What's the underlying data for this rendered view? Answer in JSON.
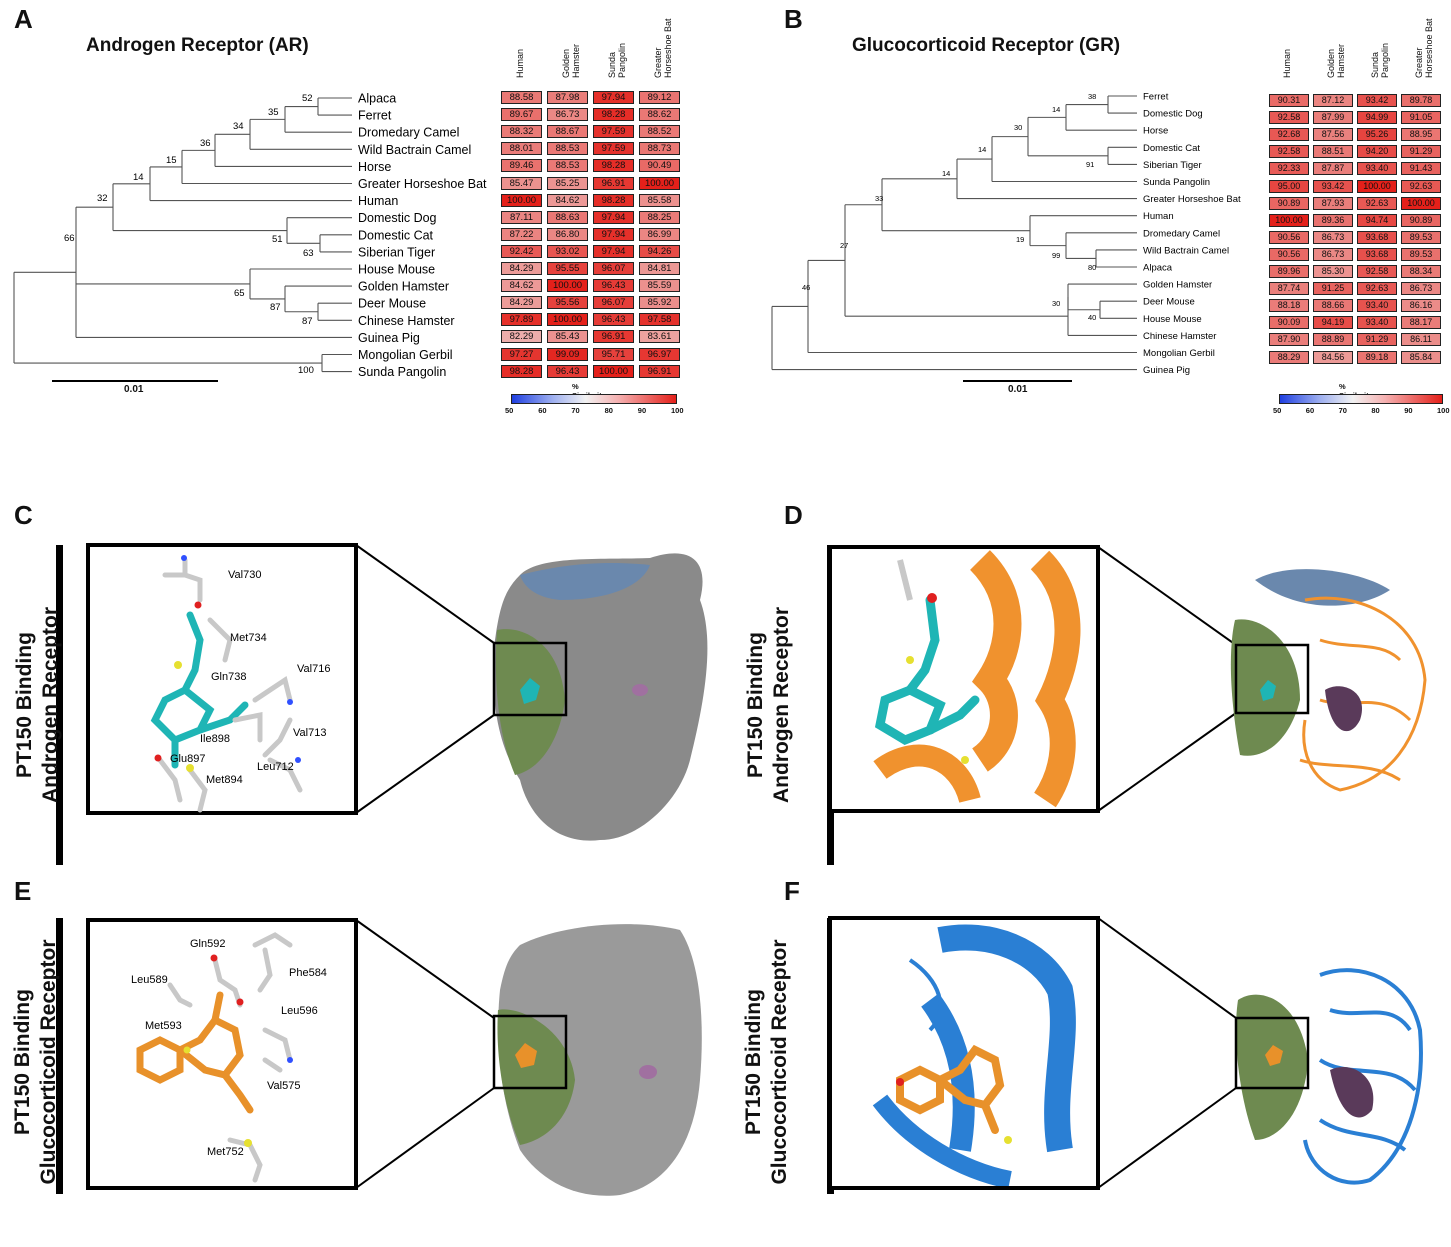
{
  "panel_letters": {
    "A": "A",
    "B": "B",
    "C": "C",
    "D": "D",
    "E": "E",
    "F": "F"
  },
  "panelA": {
    "title": "Androgen Receptor (AR)",
    "columns": [
      "Human",
      "Golden\nHamster",
      "Sunda\nPangolin",
      "Greater\nHorseshoe Bat"
    ],
    "taxa": [
      "Alpaca",
      "Ferret",
      "Dromedary Camel",
      "Wild Bactrain Camel",
      "Horse",
      "Greater Horseshoe Bat",
      "Human",
      "Domestic Dog",
      "Domestic Cat",
      "Siberian Tiger",
      "House Mouse",
      "Golden Hamster",
      "Deer Mouse",
      "Chinese Hamster",
      "Guinea Pig",
      "Mongolian Gerbil",
      "Sunda Pangolin"
    ],
    "matrix": [
      [
        88.58,
        87.98,
        97.94,
        89.12
      ],
      [
        89.67,
        86.73,
        98.28,
        88.62
      ],
      [
        88.32,
        88.67,
        97.59,
        88.52
      ],
      [
        88.01,
        88.53,
        97.59,
        88.73
      ],
      [
        89.46,
        88.53,
        98.28,
        90.49
      ],
      [
        85.47,
        85.25,
        96.91,
        100.0
      ],
      [
        100.0,
        84.62,
        98.28,
        85.58
      ],
      [
        87.11,
        88.63,
        97.94,
        88.25
      ],
      [
        87.22,
        86.8,
        97.94,
        86.99
      ],
      [
        92.42,
        93.02,
        97.94,
        94.26
      ],
      [
        84.29,
        95.55,
        96.07,
        84.81
      ],
      [
        84.62,
        100.0,
        96.43,
        85.59
      ],
      [
        84.29,
        95.56,
        96.07,
        85.92
      ],
      [
        97.89,
        100.0,
        96.43,
        97.58
      ],
      [
        82.29,
        85.43,
        96.91,
        83.61
      ],
      [
        97.27,
        99.09,
        95.71,
        96.97
      ],
      [
        98.28,
        96.43,
        100.0,
        96.91
      ]
    ],
    "bootstrap": [
      "52",
      "35",
      "34",
      "36",
      "15",
      "14",
      "32",
      "66",
      "51",
      "63",
      "65",
      "87",
      "87",
      "100"
    ],
    "scale_label": "0.01",
    "colorbar": {
      "title": "% Similarity",
      "ticks": [
        "50",
        "60",
        "70",
        "80",
        "90",
        "100"
      ]
    }
  },
  "panelB": {
    "title": "Glucocorticoid Receptor (GR)",
    "columns": [
      "Human",
      "Golden\nHamster",
      "Sunda\nPangolin",
      "Greater\nHorseshoe Bat"
    ],
    "taxa": [
      "Ferret",
      "Domestic Dog",
      "Horse",
      "Domestic Cat",
      "Siberian Tiger",
      "Sunda Pangolin",
      "Greater Horseshoe Bat",
      "Human",
      "Dromedary Camel",
      "Wild Bactrain Camel",
      "Alpaca",
      "Golden Hamster",
      "Deer Mouse",
      "House Mouse",
      "Chinese Hamster",
      "Mongolian Gerbil",
      "Guinea Pig"
    ],
    "matrix": [
      [
        90.31,
        87.12,
        93.42,
        89.78
      ],
      [
        92.58,
        87.99,
        94.99,
        91.05
      ],
      [
        92.68,
        87.56,
        95.26,
        88.95
      ],
      [
        92.58,
        88.51,
        94.2,
        91.29
      ],
      [
        92.33,
        87.87,
        93.4,
        91.43
      ],
      [
        95.0,
        93.42,
        100.0,
        92.63
      ],
      [
        90.89,
        87.93,
        92.63,
        100.0
      ],
      [
        100.0,
        89.36,
        94.74,
        90.89
      ],
      [
        90.56,
        86.73,
        93.68,
        89.53
      ],
      [
        90.56,
        86.73,
        93.68,
        89.53
      ],
      [
        89.96,
        85.3,
        92.58,
        88.34
      ],
      [
        87.74,
        91.25,
        92.63,
        86.73
      ],
      [
        88.18,
        88.66,
        93.4,
        86.16
      ],
      [
        90.09,
        94.19,
        93.4,
        88.17
      ],
      [
        87.9,
        88.89,
        91.29,
        86.11
      ],
      [
        88.29,
        84.56,
        89.18,
        85.84
      ]
    ],
    "bootstrap": [
      "38",
      "14",
      "30",
      "91",
      "14",
      "14",
      "33",
      "19",
      "99",
      "80",
      "27",
      "30",
      "40",
      "46"
    ],
    "scale_label": "0.01",
    "colorbar": {
      "title": "% Similarity",
      "ticks": [
        "50",
        "60",
        "70",
        "80",
        "90",
        "100"
      ]
    }
  },
  "panelC": {
    "side_label": [
      "PT150 Binding",
      "Androgen Receptor"
    ],
    "residues": [
      "Val730",
      "Met734",
      "Val716",
      "Gln738",
      "Val713",
      "Ile898",
      "Glu897",
      "Leu712",
      "Met894"
    ]
  },
  "panelD": {
    "side_label": [
      "PT150 Binding",
      "Androgen Receptor"
    ]
  },
  "panelE": {
    "side_label": [
      "PT150 Binding",
      "Glucocorticoid Receptor"
    ],
    "residues": [
      "Gln592",
      "Phe584",
      "Leu589",
      "Leu596",
      "Met593",
      "Val575",
      "Met752"
    ]
  },
  "panelF": {
    "side_label": [
      "PT150 Binding",
      "Glucocorticoid Receptor"
    ]
  },
  "colors": {
    "ar_ligand": "#1fb5b5",
    "gr_ligand": "#e8912a",
    "ar_ribbon": "#f0922e",
    "gr_ribbon": "#2a7fd4",
    "surface": "#8a8a8a",
    "pocket": "#6e8a50",
    "top_patch": "#6a88ad",
    "cb_low": "#1f3fe0",
    "cb_mid": "#f2f2f2",
    "cb_high": "#e4201a"
  }
}
